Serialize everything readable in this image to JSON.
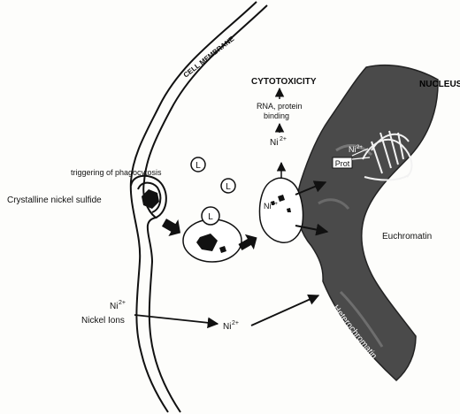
{
  "labels": {
    "cell_membrane": "CELL MEMBRANE",
    "nucleus": "NUCLEUS",
    "cytotoxicity": "CYTOTOXICITY",
    "rna_line1": "RNA, protein",
    "rna_line2": "binding",
    "ni_top": "Ni",
    "ni_top_charge": "2+",
    "triggering": "triggering of phagocytosis",
    "crystalline": "Crystalline nickel sulfide",
    "lysosome": "L",
    "vacuole_ni": "Ni",
    "vacuole_ni_charge": "2+",
    "nuc_ni": "Ni",
    "nuc_ni_charge": "2+",
    "prot": "Prot",
    "euchromatin": "Euchromatin",
    "heterochromatin": "Heterochromatin",
    "ions_ni": "Ni",
    "ions_ni_charge": "2+",
    "nickel_ions": "Nickel Ions",
    "ni_mid": "Ni",
    "ni_mid_charge": "2+"
  },
  "colors": {
    "ink": "#111111",
    "chromatin": "#4a4a4a",
    "paper": "#fdfdfb"
  }
}
